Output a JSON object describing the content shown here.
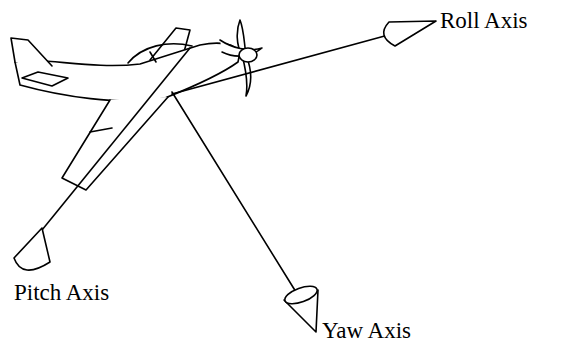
{
  "diagram": {
    "labels": [
      "Roll Axis",
      "Pitch Axis",
      "Yaw Axis"
    ]
  }
}
